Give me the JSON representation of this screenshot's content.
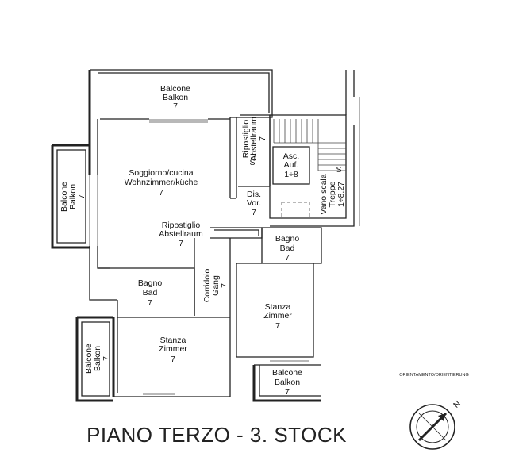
{
  "title": "PIANO TERZO - 3. STOCK",
  "orientation_label": "ORIENTAMENTO/ORIENTIERUNG",
  "compass_letter": "N",
  "rooms": {
    "balcone_top": [
      "Balcone",
      "Balkon",
      "7"
    ],
    "balcone_left": [
      "Balcone",
      "Balkon",
      "7"
    ],
    "balcone_bottom_left": [
      "Balcone",
      "Balkon",
      "7"
    ],
    "balcone_bottom_right": [
      "Balcone",
      "Balkon",
      "7"
    ],
    "soggiorno": [
      "Soggiorno/cucina",
      "Wohnzimmer/küche",
      "7"
    ],
    "ripostiglio_top": [
      "Ripostiglio",
      "Abstellraum",
      "7"
    ],
    "ascensore": [
      "Asc.",
      "Auf.",
      "1÷8"
    ],
    "disimpegno": [
      "Dis.",
      "Vor.",
      "7"
    ],
    "vano_scala": [
      "Vano scala",
      "Treppe",
      "1÷8.27"
    ],
    "ripostiglio_mid": [
      "Ripostiglio",
      "Abstellraum",
      "7"
    ],
    "bagno_right": [
      "Bagno",
      "Bad",
      "7"
    ],
    "bagno_left": [
      "Bagno",
      "Bad",
      "7"
    ],
    "corridoio": [
      "Corridoio",
      "Gang",
      "7"
    ],
    "stanza_right": [
      "Stanza",
      "Zimmer",
      "7"
    ],
    "stanza_left": [
      "Stanza",
      "Zimmer",
      "7"
    ]
  },
  "stair_marks": [
    "S",
    "S"
  ]
}
